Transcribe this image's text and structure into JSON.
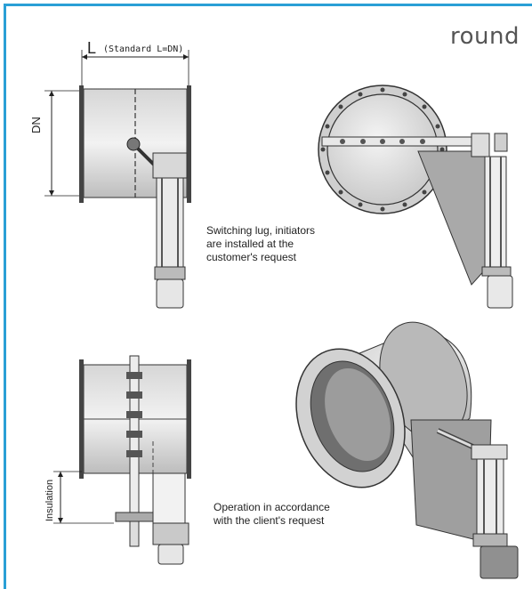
{
  "title": "round",
  "labels": {
    "length": "L",
    "length_standard": "(Standard L=DN)",
    "diameter": "DN",
    "insulation": "Insulation"
  },
  "notes": {
    "switching_lug": "Switching lug, initiators are installed at the customer's request",
    "operation": "Operation in accordance with the client's request"
  },
  "colors": {
    "accent_border": "#2a9fd6",
    "metal_light": "#e4e4e4",
    "metal_dark": "#9a9a9a",
    "line": "#222222"
  }
}
